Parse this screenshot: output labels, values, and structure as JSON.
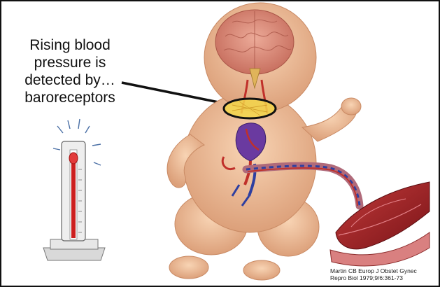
{
  "caption": {
    "line1": "Rising blood",
    "line2": "pressure is",
    "line3": "detected by…",
    "line4": "baroreceptors"
  },
  "citation": {
    "line1": "Martin CB  Europ J Obstet Gynec",
    "line2": "Repro Biol 1979;9/6:361-73"
  },
  "colors": {
    "skin": "#f1c29c",
    "skin_shadow": "#d99d73",
    "brain": "#d98a78",
    "artery": "#c0302a",
    "vein": "#2e3fa0",
    "baroreceptor_highlight": "#f3d64a",
    "placenta": "#a8222a",
    "gauge_mercury": "#cc1f1f"
  },
  "icons": {
    "gauge": "blood-pressure-gauge-icon",
    "baby": "fetus-illustration",
    "placenta": "placenta-illustration"
  }
}
